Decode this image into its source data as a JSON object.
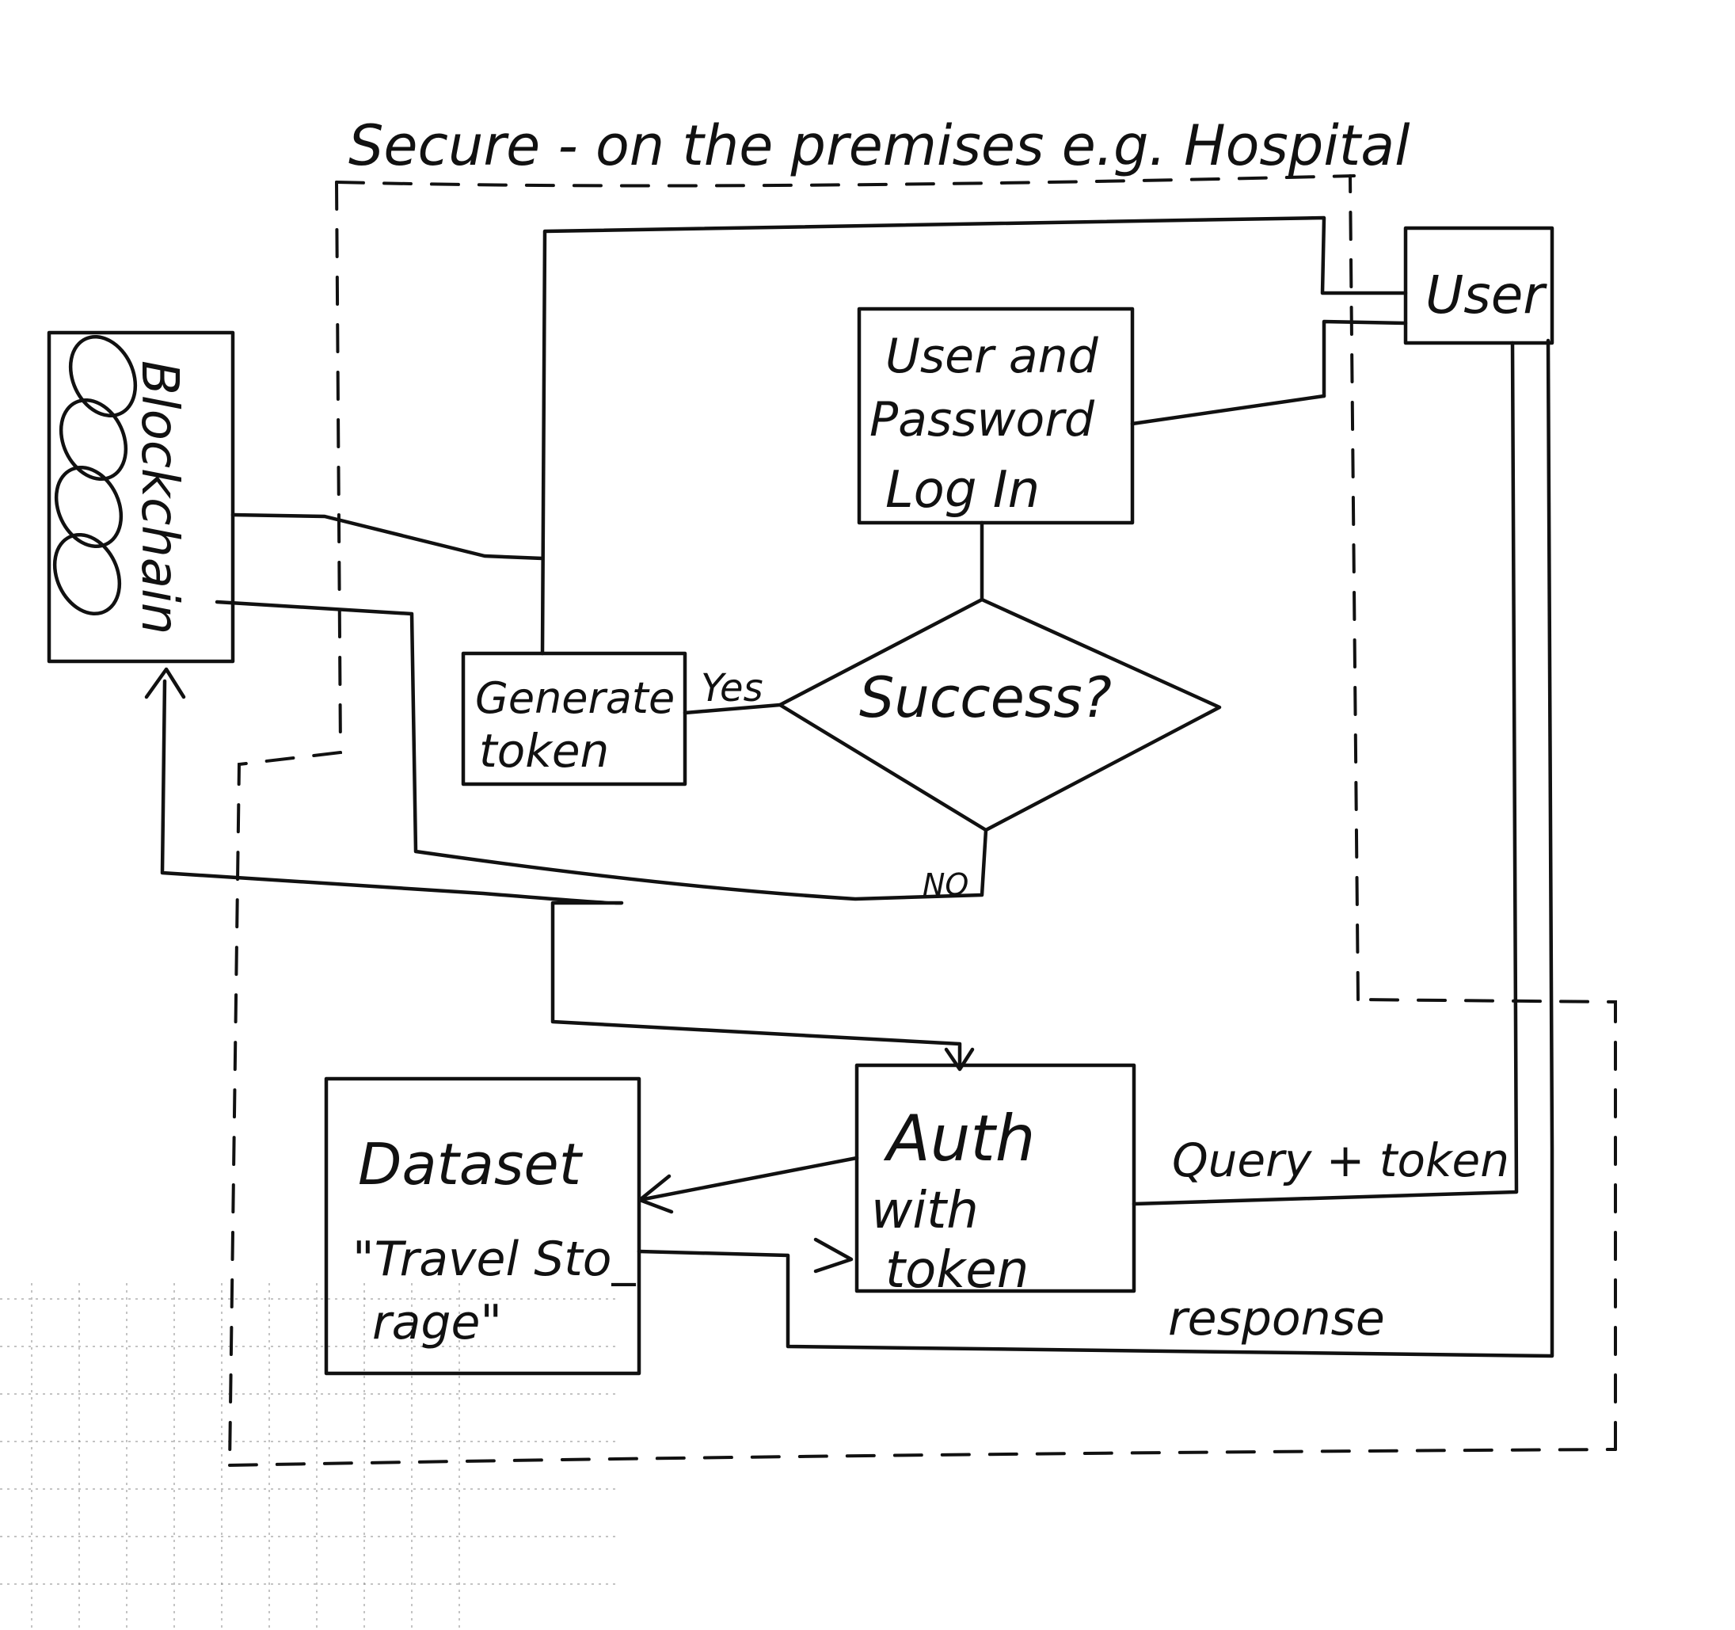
{
  "diagram": {
    "boundary_label": "Secure - on the premises e.g. Hospital",
    "nodes": {
      "blockchain": "Blockchain",
      "user": "User",
      "login_line1": "User and",
      "login_line2": "Password",
      "login_line3": "Log In",
      "success": "Success?",
      "generate_line1": "Generate",
      "generate_line2": "token",
      "dataset_line1": "Dataset",
      "dataset_line2": "\"Travel Sto_",
      "dataset_line3": "rage\"",
      "auth_line1": "Auth",
      "auth_line2": "with",
      "auth_line3": "token"
    },
    "edge_labels": {
      "yes": "Yes",
      "no": "NO",
      "query": "Query + token",
      "response": "response"
    }
  }
}
